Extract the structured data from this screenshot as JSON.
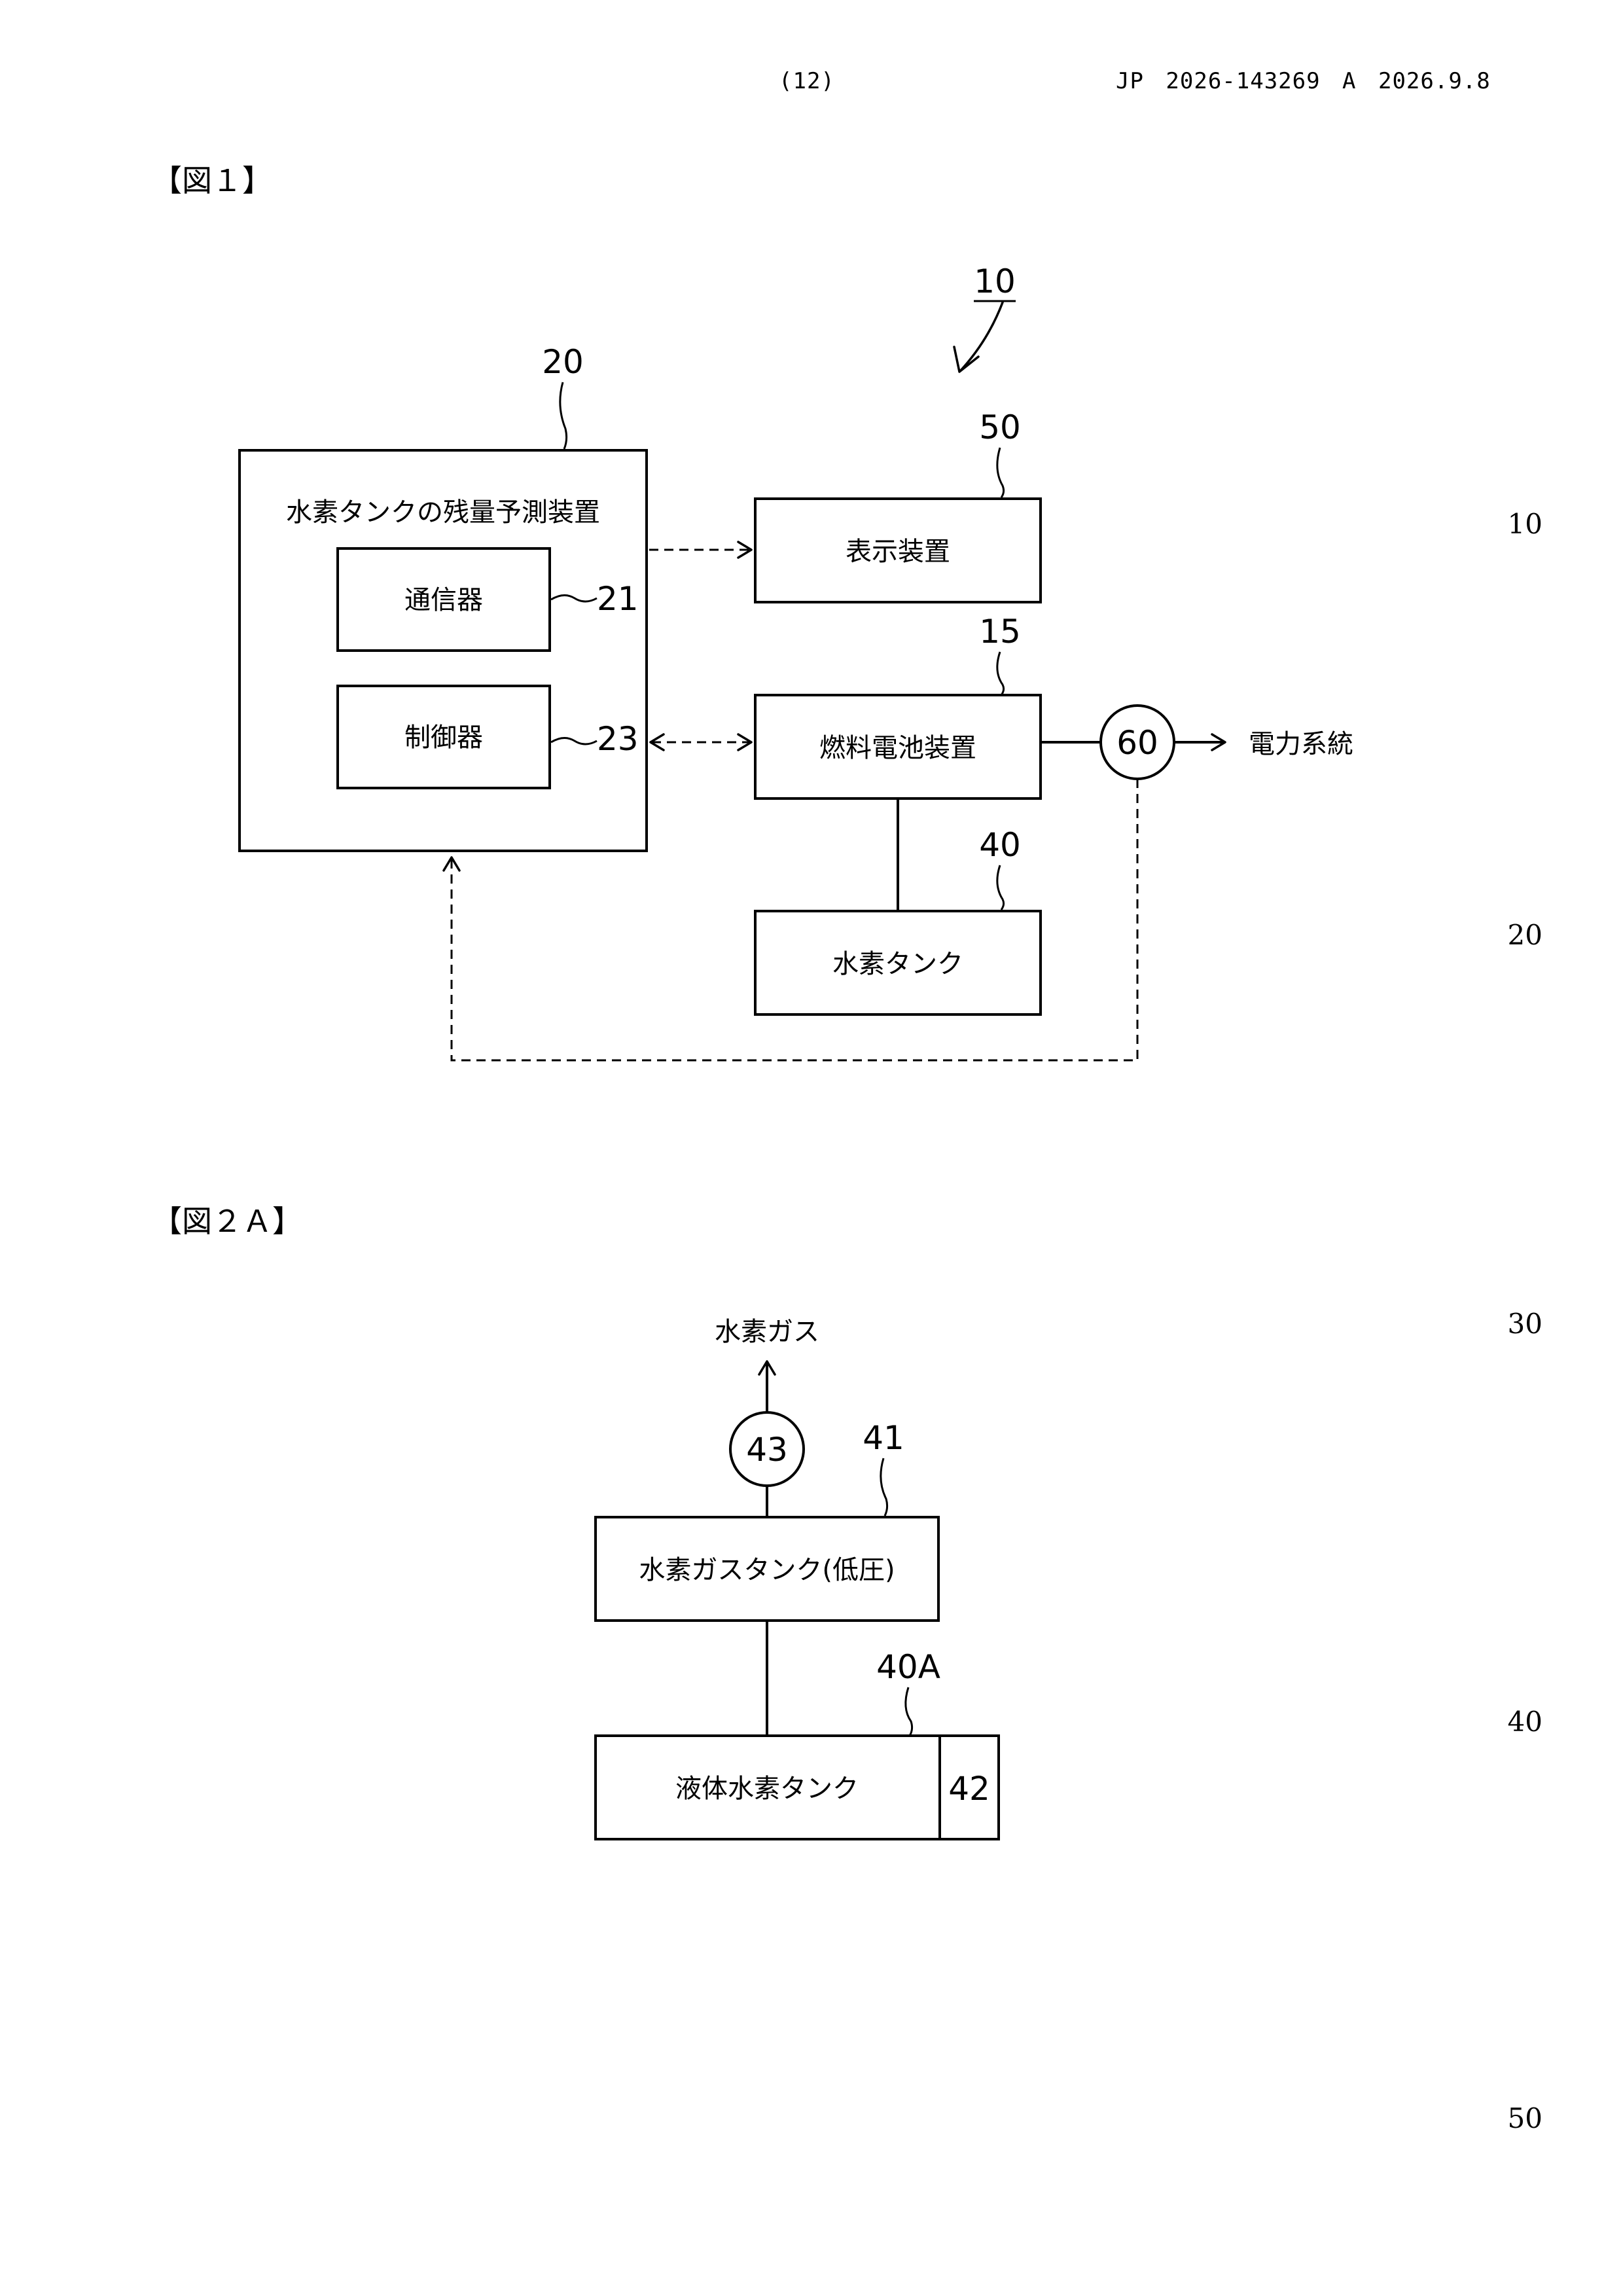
{
  "header": {
    "page_number": "(12)",
    "publication": "JP 2026-143269 A 2026.9.8"
  },
  "figure1": {
    "label": "【図１】",
    "system_ref": "10",
    "device": {
      "ref": "20",
      "title": "水素タンクの残量予測装置"
    },
    "communicator": {
      "ref": "21",
      "label": "通信器"
    },
    "controller": {
      "ref": "23",
      "label": "制御器"
    },
    "display": {
      "ref": "50",
      "label": "表示装置"
    },
    "fuel_cell": {
      "ref": "15",
      "label": "燃料電池装置"
    },
    "hydrogen_tank": {
      "ref": "40",
      "label": "水素タンク"
    },
    "meter": {
      "ref": "60"
    },
    "grid": {
      "label": "電力系統"
    }
  },
  "figure2a": {
    "label": "【図２Ａ】",
    "gas_output": {
      "label": "水素ガス"
    },
    "valve": {
      "ref": "43"
    },
    "gas_tank": {
      "ref": "41",
      "label": "水素ガスタンク(低圧)"
    },
    "liquid_tank": {
      "ref": "40A",
      "label": "液体水素タンク"
    },
    "sub_unit": {
      "ref": "42"
    }
  },
  "margin_numbers": [
    "10",
    "20",
    "30",
    "40",
    "50"
  ]
}
